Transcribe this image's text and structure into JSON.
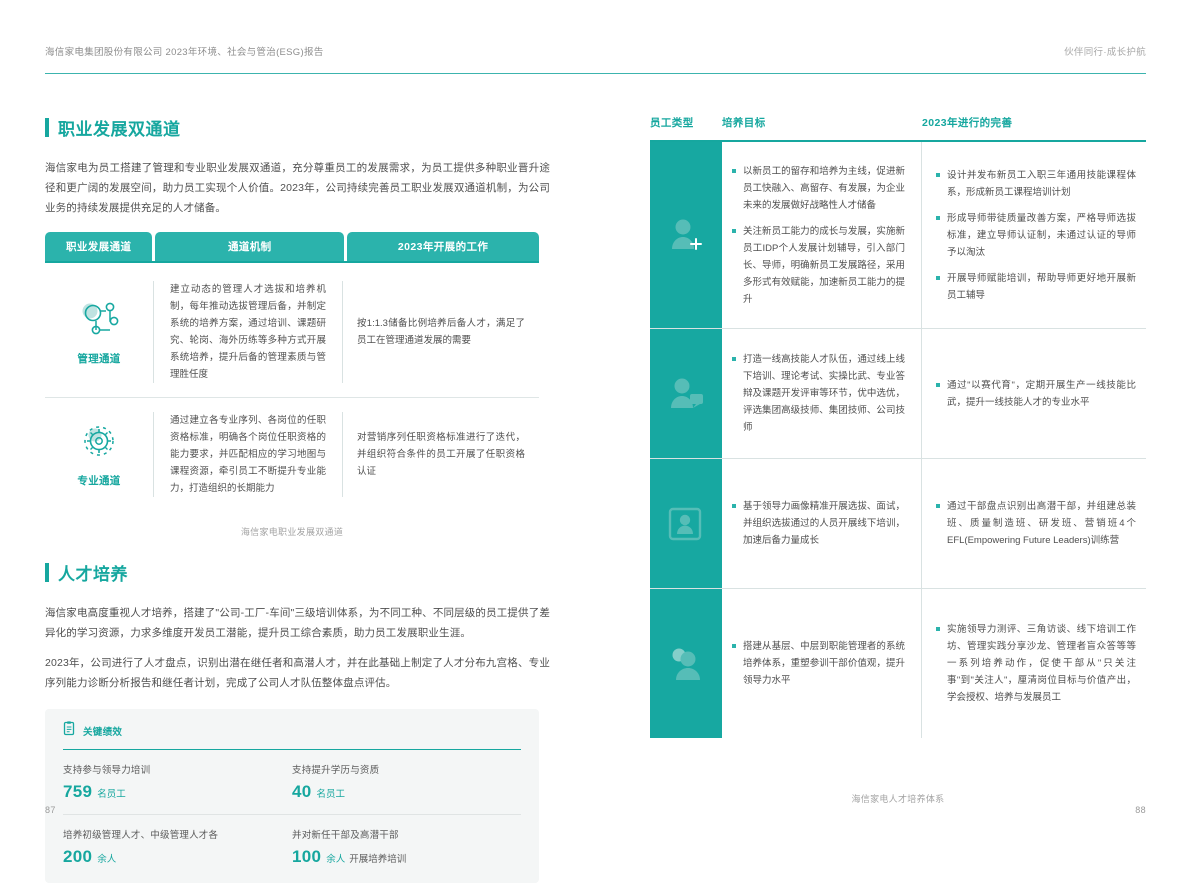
{
  "header": {
    "left": "海信家电集团股份有限公司  2023年环境、社会与管治(ESG)报告",
    "right": "伙伴同行·成长护航"
  },
  "left_page": {
    "section1": {
      "title": "职业发展双通道",
      "paragraph": "海信家电为员工搭建了管理和专业职业发展双通道，充分尊重员工的发展需求，为员工提供多种职业晋升途径和更广阔的发展空间，助力员工实现个人价值。2023年，公司持续完善员工职业发展双通道机制，为公司业务的持续发展提供充足的人才储备。",
      "table": {
        "headers": [
          "职业发展通道",
          "通道机制",
          "2023年开展的工作"
        ],
        "rows": [
          {
            "channel": "管理通道",
            "icon": "management-network-icon",
            "mechanism": "建立动态的管理人才选拔和培养机制，每年推动选拔管理后备，并制定系统的培养方案，通过培训、课题研究、轮岗、海外历练等多种方式开展系统培养，提升后备的管理素质与管理胜任度",
            "work": "按1:1.3储备比例培养后备人才，满足了员工在管理通道发展的需要"
          },
          {
            "channel": "专业通道",
            "icon": "gear-professional-icon",
            "mechanism": "通过建立各专业序列、各岗位的任职资格标准，明确各个岗位任职资格的能力要求，并匹配相应的学习地图与课程资源，牵引员工不断提升专业能力，打造组织的长期能力",
            "work": "对营销序列任职资格标准进行了迭代，并组织符合条件的员工开展了任职资格认证"
          }
        ]
      },
      "caption": "海信家电职业发展双通道"
    },
    "section2": {
      "title": "人才培养",
      "paragraph1": "海信家电高度重视人才培养，搭建了\"公司-工厂-车间\"三级培训体系，为不同工种、不同层级的员工提供了差异化的学习资源，力求多维度开发员工潜能，提升员工综合素质，助力员工发展职业生涯。",
      "paragraph2": "2023年，公司进行了人才盘点，识别出潜在继任者和高潜人才，并在此基础上制定了人才分布九宫格、专业序列能力诊断分析报告和继任者计划，完成了公司人才队伍整体盘点评估。",
      "kpi": {
        "icon": "clipboard-icon",
        "title": "关键绩效",
        "items": [
          {
            "label": "支持参与领导力培训",
            "value": "759",
            "unit": "名员工",
            "suffix": ""
          },
          {
            "label": "支持提升学历与资质",
            "value": "40",
            "unit": "名员工",
            "suffix": ""
          },
          {
            "label": "培养初级管理人才、中级管理人才各",
            "value": "200",
            "unit": "余人",
            "suffix": ""
          },
          {
            "label": "并对新任干部及高潜干部",
            "value": "100",
            "unit": "余人",
            "suffix": "开展培养培训"
          }
        ]
      }
    },
    "page_number": "87"
  },
  "right_page": {
    "table": {
      "headers": [
        "员工类型",
        "培养目标",
        "2023年进行的完善"
      ],
      "rows": [
        {
          "icon": "new-employee-icon",
          "goals": [
            "以新员工的留存和培养为主线，促进新员工快融入、高留存、有发展，为企业未来的发展做好战略性人才储备",
            "关注新员工能力的成长与发展，实施新员工IDP个人发展计划辅导，引入部门长、导师，明确新员工发展路径，采用多形式有效赋能，加速新员工能力的提升"
          ],
          "improvements": [
            "设计并发布新员工入职三年通用技能课程体系，形成新员工课程培训计划",
            "形成导师带徒质量改善方案，严格导师选拔标准，建立导师认证制，未通过认证的导师予以淘汰",
            "开展导师赋能培训，帮助导师更好地开展新员工辅导"
          ]
        },
        {
          "icon": "skilled-worker-icon",
          "goals": [
            "打造一线高技能人才队伍，通过线上线下培训、理论考试、实操比武、专业答辩及课题开发评审等环节，优中选优，评选集团高级技师、集团技师、公司技师"
          ],
          "improvements": [
            "通过\"以赛代育\"，定期开展生产一线技能比武，提升一线技能人才的专业水平"
          ]
        },
        {
          "icon": "reserve-cadre-icon",
          "goals": [
            "基于领导力画像精准开展选拔、面试，并组织选拔通过的人员开展线下培训，加速后备力量成长"
          ],
          "improvements": [
            "通过干部盘点识别出高潜干部，并组建总装班、质量制造班、研发班、营销班4个EFL(Empowering Future Leaders)训练营"
          ]
        },
        {
          "icon": "manager-icon",
          "goals": [
            "搭建从基层、中层到职能管理者的系统培养体系，重塑参训干部价值观，提升领导力水平"
          ],
          "improvements": [
            "实施领导力测评、三角访谈、线下培训工作坊、管理实践分享沙龙、管理者盲众答等等一系列培养动作，促使干部从\"只关注事\"到\"关注人\"，厘清岗位目标与价值产出，学会授权、培养与发展员工"
          ]
        }
      ]
    },
    "caption": "海信家电人才培养体系",
    "page_number": "88"
  },
  "colors": {
    "accent": "#16a79f",
    "accent_light": "#2bb3ac",
    "band": "#17a8a1"
  }
}
